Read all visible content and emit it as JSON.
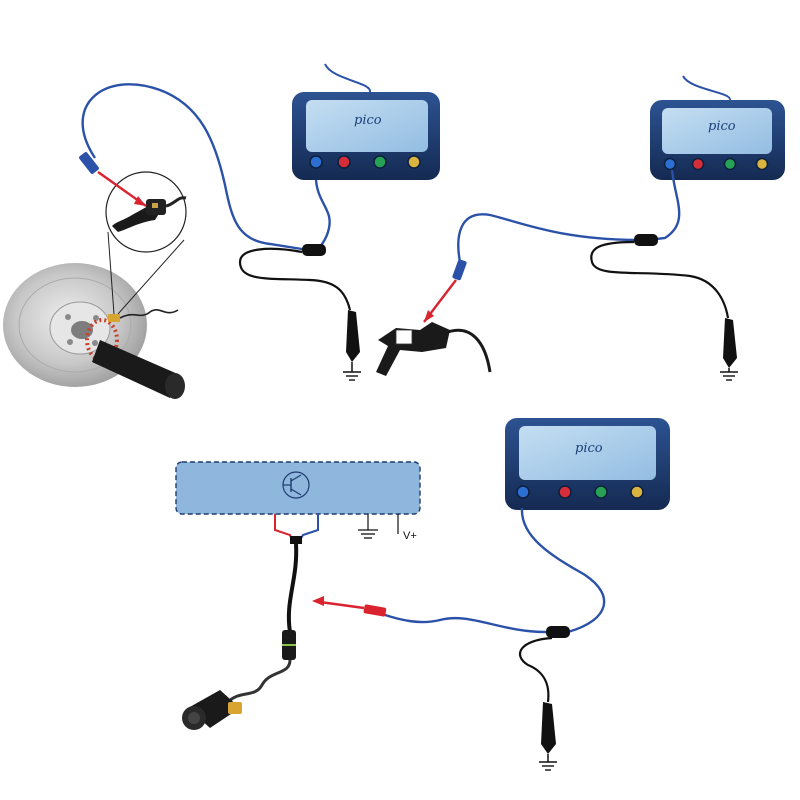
{
  "scopes": [
    {
      "brand": "pico",
      "channel_colors": [
        "#2a6fd1",
        "#d62d3a",
        "#27a153",
        "#d9b441"
      ]
    },
    {
      "brand": "pico",
      "channel_colors": [
        "#2a6fd1",
        "#d62d3a",
        "#27a153",
        "#d9b441"
      ]
    },
    {
      "brand": "pico",
      "channel_colors": [
        "#2a6fd1",
        "#d62d3a",
        "#27a153",
        "#d9b441"
      ]
    }
  ],
  "ecu": {
    "supply_label": "V+"
  },
  "colors": {
    "lead_blue": "#2b52a8",
    "lead_black": "#111111",
    "probe_red": "#d9232e",
    "scope_body": "#1e3b6e",
    "scope_screen": "#a9cdea",
    "ecu_fill": "#8fb7dd",
    "disc": "#c9c9c9"
  },
  "icons": [
    "ground-symbol-icon",
    "transistor-icon",
    "brake-disc-icon",
    "sensor-icon",
    "probe-icon"
  ]
}
